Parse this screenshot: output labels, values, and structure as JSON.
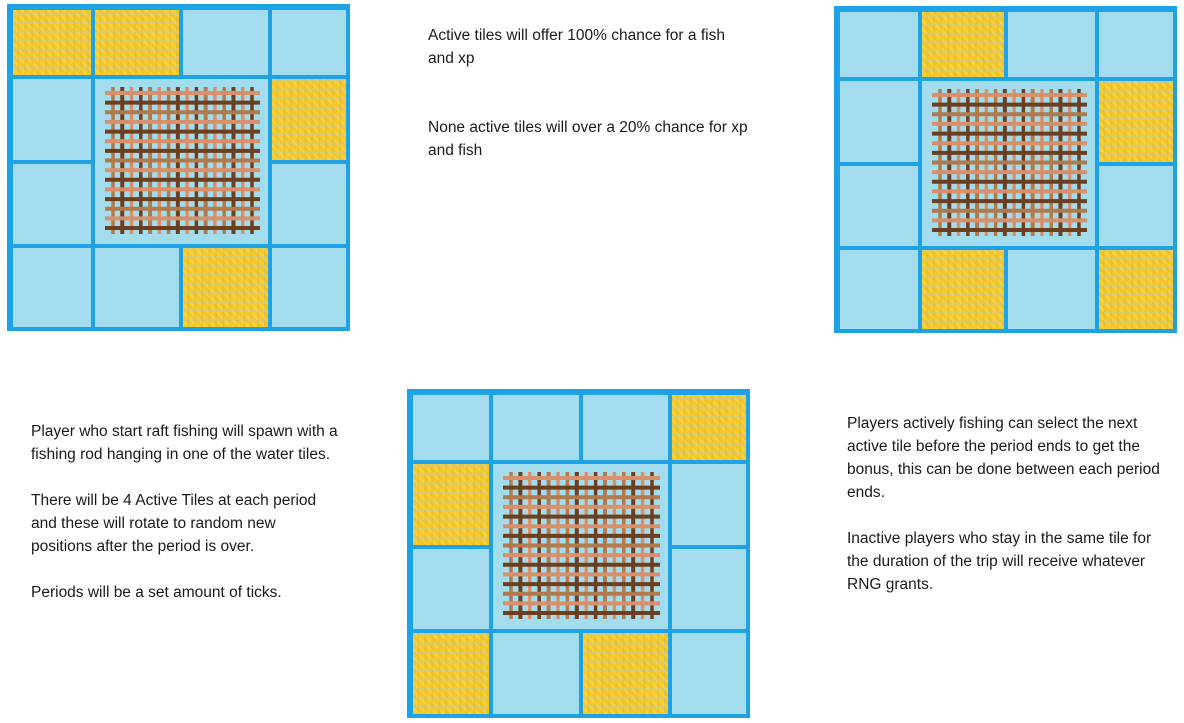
{
  "colors": {
    "grid_border": "#1ea2e6",
    "water_tile": "#a3dced",
    "active_tile": "#f3c82a",
    "raft_dark": "#6b3f1f",
    "raft_light": "#d9906a",
    "raft_mid": "#b07a4c"
  },
  "boards": [
    {
      "active_tiles": [
        "r0c0",
        "r0c1",
        "r1c3",
        "r3c2"
      ]
    },
    {
      "active_tiles": [
        "r0c1",
        "r1c3",
        "r3c1",
        "r3c3"
      ]
    },
    {
      "active_tiles": [
        "r0c3",
        "r1c0",
        "r3c0",
        "r3c2"
      ]
    }
  ],
  "notes": {
    "top_center": [
      "Active tiles will offer 100% chance for a fish and xp",
      "None active tiles will over a 20% chance for xp and fish"
    ],
    "bottom_left": [
      "Player who start raft fishing will spawn with a fishing rod hanging in one of the water tiles.",
      "There will be 4 Active Tiles at each period and these will rotate to random new positions after the period is over.",
      "Periods will be a set amount of ticks."
    ],
    "bottom_right": [
      "Players actively fishing can select the next active tile before the period ends to get the bonus, this can be done between each period ends.",
      "Inactive players who stay in the same tile for the duration of the trip will receive whatever RNG grants."
    ]
  }
}
